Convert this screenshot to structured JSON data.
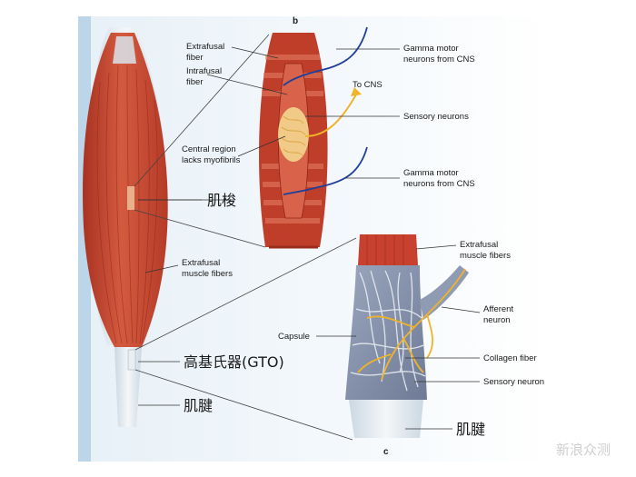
{
  "panel_b": {
    "letter": "b",
    "extrafusal_fiber": [
      "Extrafusal",
      "fiber"
    ],
    "intrafusal_fiber": [
      "Intrafusal",
      "fiber"
    ],
    "central_region": [
      "Central region",
      "lacks myofibrils"
    ],
    "gamma_top": [
      "Gamma motor",
      "neurons from CNS"
    ],
    "to_cns": "To CNS",
    "sensory_neurons": "Sensory neurons",
    "gamma_bottom": [
      "Gamma motor",
      "neurons from CNS"
    ]
  },
  "panel_a": {
    "muscle_spindle_cn": "肌梭",
    "extrafusal_muscle_fibers": [
      "Extrafusal",
      "muscle fibers"
    ],
    "gto_cn": "高基氏器(GTO)",
    "tendon_cn": "肌腱"
  },
  "panel_c": {
    "letter": "c",
    "extrafusal_muscle_fibers": [
      "Extrafusal",
      "muscle fibers"
    ],
    "afferent_neuron": [
      "Afferent",
      "neuron"
    ],
    "capsule": "Capsule",
    "collagen_fiber": "Collagen fiber",
    "sensory_neuron": "Sensory neuron",
    "tendon_cn": "肌腱"
  },
  "watermark": "新浪众测",
  "colors": {
    "muscle": "#c8412f",
    "muscle_light": "#e0715a",
    "tendon": "#dfe8ee",
    "nerve_blue": "#1f3f9a",
    "nerve_yellow": "#f0b429",
    "capsule": "#7f8aa6"
  }
}
